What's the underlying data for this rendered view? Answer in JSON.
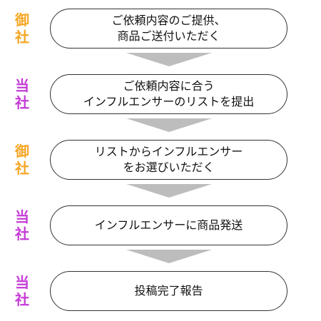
{
  "colors": {
    "client": "#f5a623",
    "company": "#c43bd6",
    "arrow": "#bdbdbd"
  },
  "steps": [
    {
      "actor": [
        "御",
        "社"
      ],
      "actor_type": "client",
      "lines": [
        "ご依頼内容のご提供、",
        "商品ご送付いただく"
      ]
    },
    {
      "actor": [
        "当",
        "社"
      ],
      "actor_type": "company",
      "lines": [
        "ご依頼内容に合う",
        "インフルエンサーのリストを提出"
      ]
    },
    {
      "actor": [
        "御",
        "社"
      ],
      "actor_type": "client",
      "lines": [
        "リストからインフルエンサー",
        "をお選びいただく"
      ]
    },
    {
      "actor": [
        "当",
        "社"
      ],
      "actor_type": "company",
      "lines": [
        "インフルエンサーに商品発送"
      ]
    },
    {
      "actor": [
        "当",
        "社"
      ],
      "actor_type": "company",
      "lines": [
        "投稿完了報告"
      ]
    }
  ]
}
